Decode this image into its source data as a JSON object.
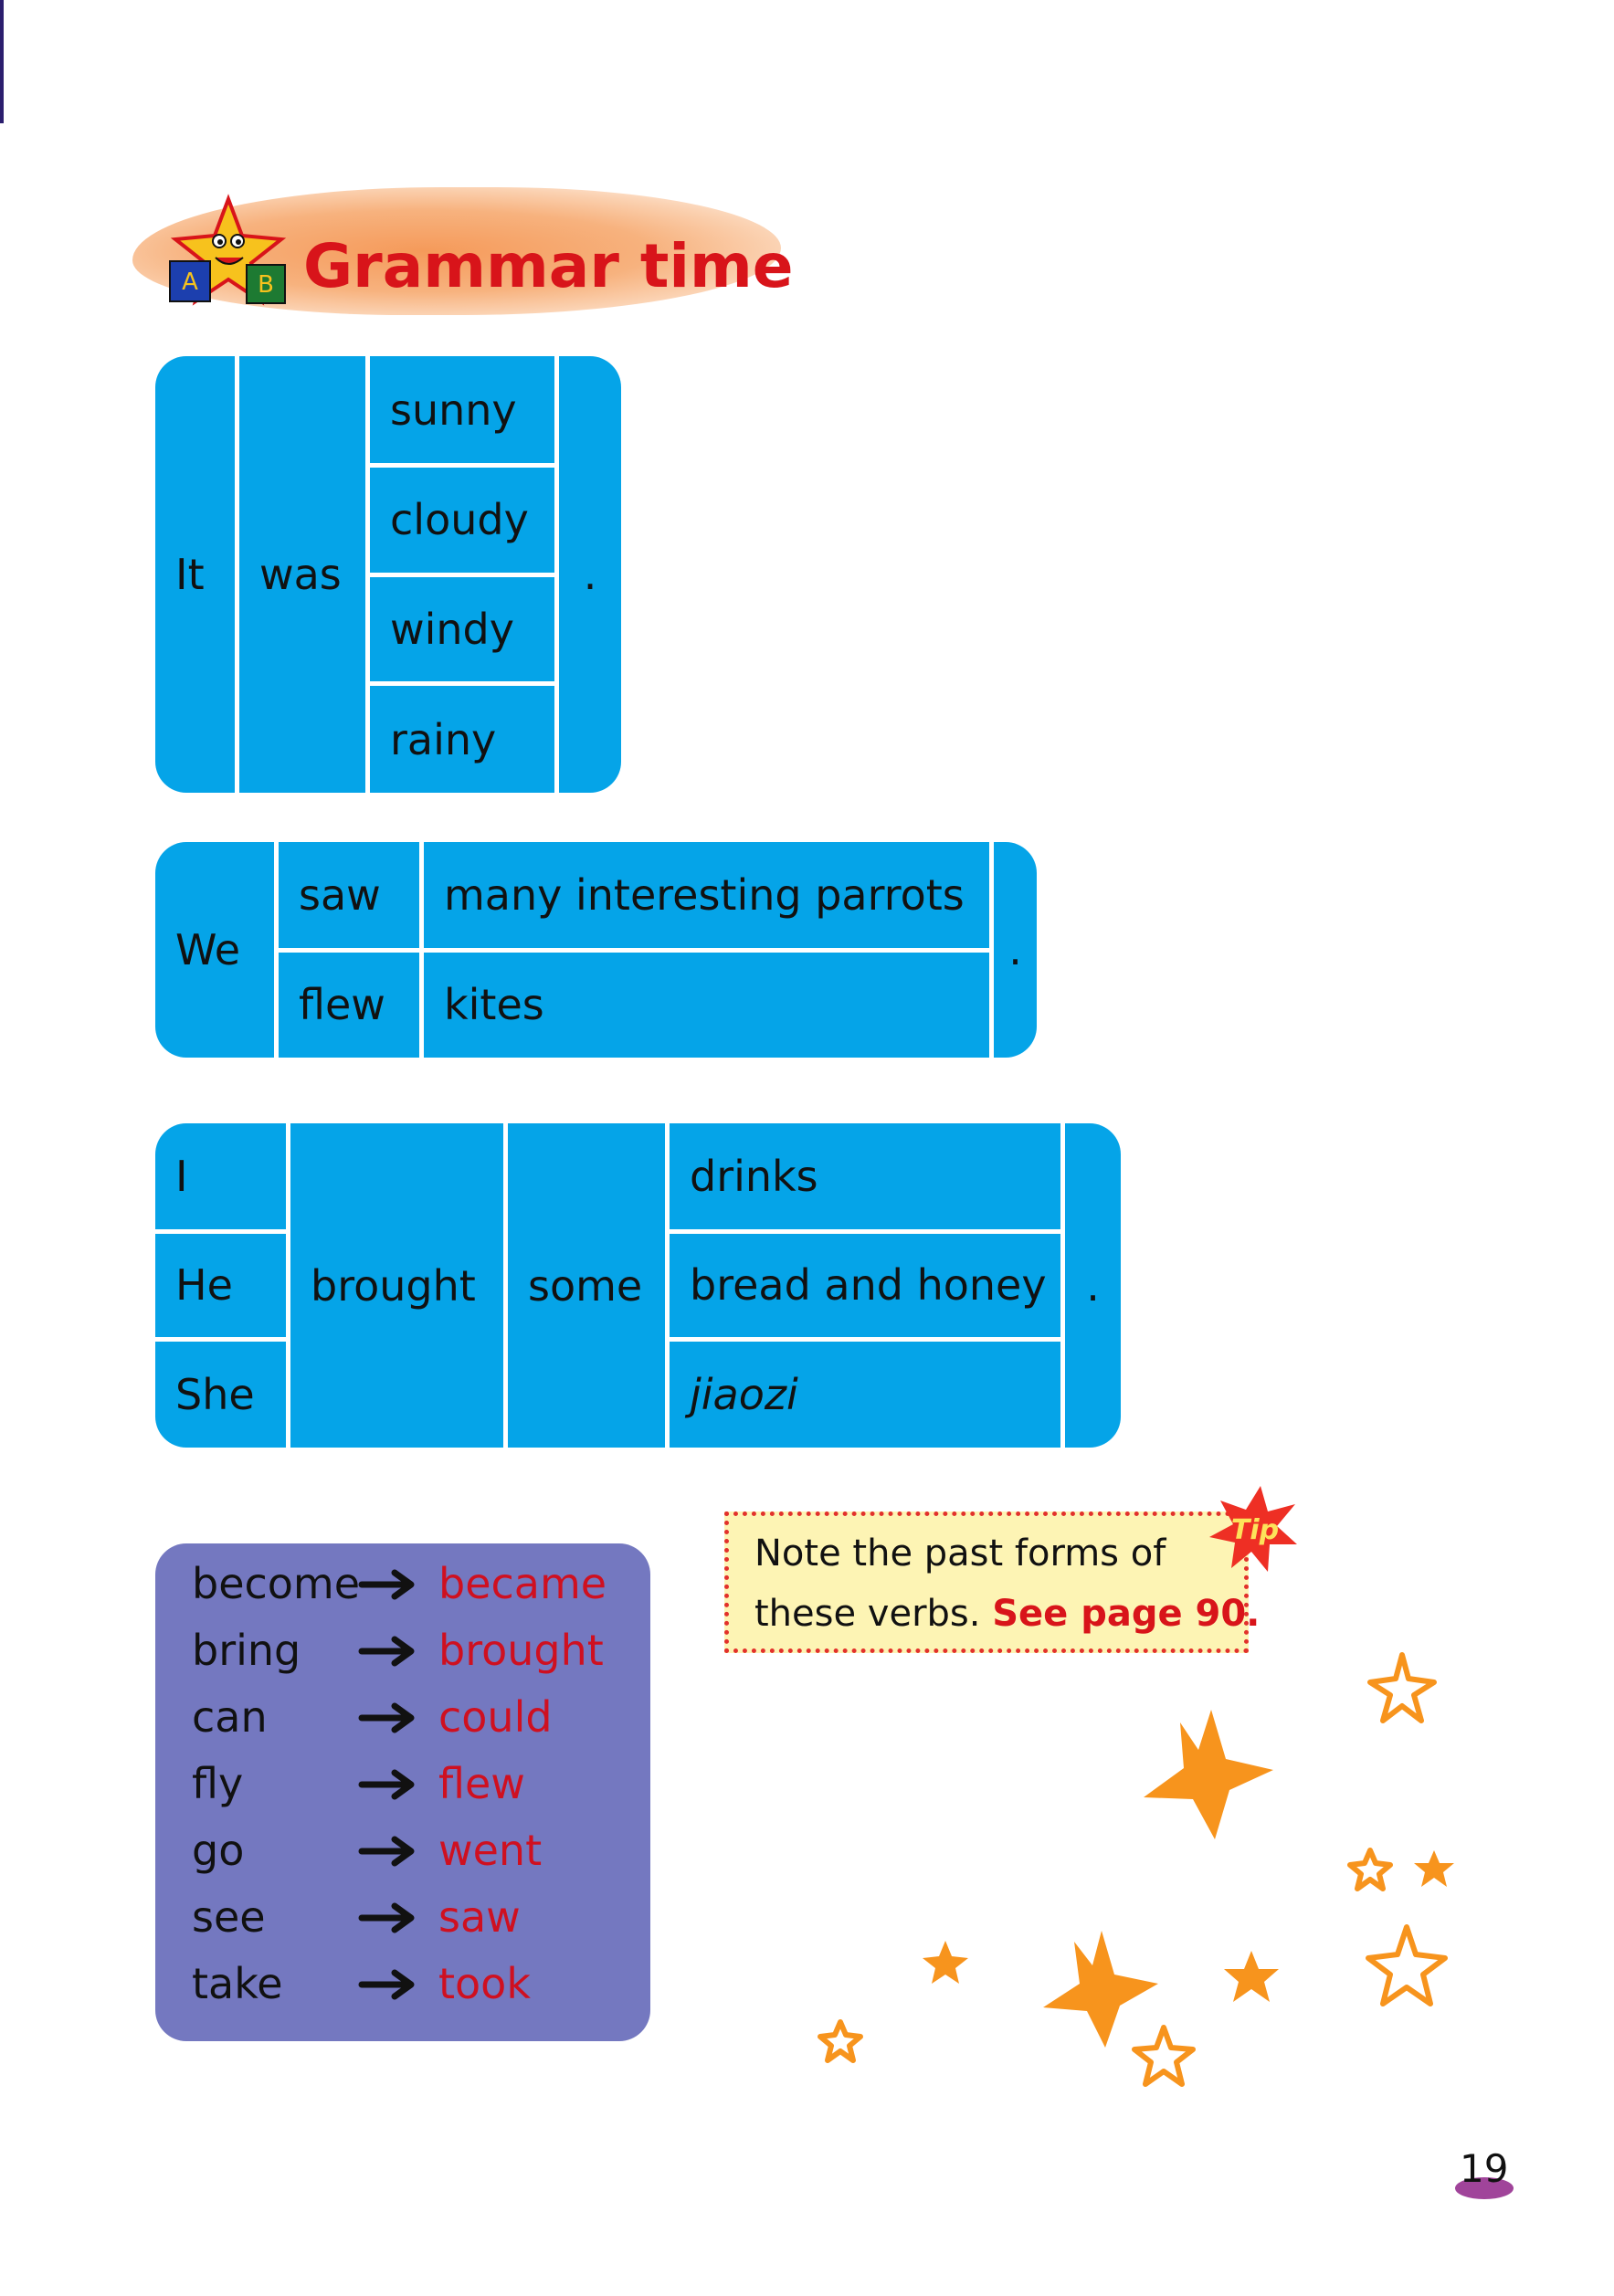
{
  "heading": {
    "title": "Grammar time",
    "mascot_blocks": [
      "A",
      "B"
    ]
  },
  "table_weather": {
    "subject": "It",
    "verb": "was",
    "options": [
      "sunny",
      "cloudy",
      "windy",
      "rainy"
    ],
    "end": "."
  },
  "table_activities": {
    "subject": "We",
    "rows": [
      {
        "verb": "saw",
        "object": "many interesting parrots"
      },
      {
        "verb": "flew",
        "object": "kites"
      }
    ],
    "end": "."
  },
  "table_food": {
    "subjects": [
      "I",
      "He",
      "She"
    ],
    "verb": "brought",
    "quantifier": "some",
    "items": [
      "drinks",
      "bread and honey",
      "jiaozi"
    ],
    "end": "."
  },
  "verbs": [
    {
      "base": "become",
      "past": "became"
    },
    {
      "base": "bring",
      "past": "brought"
    },
    {
      "base": "can",
      "past": "could"
    },
    {
      "base": "fly",
      "past": "flew"
    },
    {
      "base": "go",
      "past": "went"
    },
    {
      "base": "see",
      "past": "saw"
    },
    {
      "base": "take",
      "past": "took"
    }
  ],
  "tip": {
    "badge": "Tip",
    "line1": "Note the past forms of",
    "line2": "these verbs.",
    "link": "See page 90."
  },
  "page_number": "19",
  "colors": {
    "table_blue": "#05a4e8",
    "verb_box": "#7478c0",
    "past_red": "#cf1020",
    "heading_red": "#d8141a",
    "tip_fill": "#fdf4b4",
    "star_orange": "#f7941d"
  }
}
